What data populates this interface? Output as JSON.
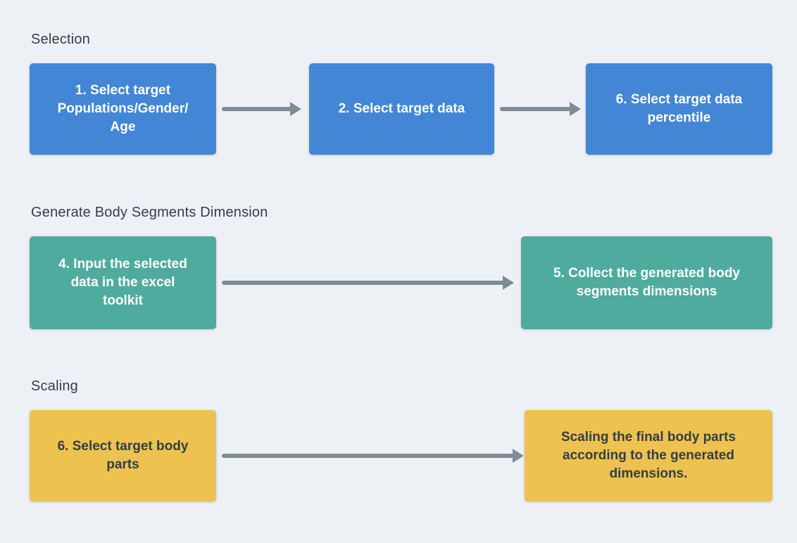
{
  "colors": {
    "background": "#edf1f5",
    "selection_node": "#4386d5",
    "generate_node": "#4fab9e",
    "scaling_node": "#edc24f",
    "arrow": "#7f8b95",
    "heading_text": "#333e48",
    "node_text_light": "#ffffff",
    "node_text_dark": "#333e48"
  },
  "sections": [
    {
      "title": "Selection",
      "boxes": [
        {
          "label": "1. Select target\nPopulations/Gender/\nAge"
        },
        {
          "label": "2. Select target data"
        },
        {
          "label": "6. Select target data\npercentile"
        }
      ]
    },
    {
      "title": "Generate Body Segments Dimension",
      "boxes": [
        {
          "label": "4. Input the selected\ndata in the excel\ntoolkit"
        },
        {
          "label": "5. Collect the generated body\nsegments dimensions"
        }
      ]
    },
    {
      "title": "Scaling",
      "boxes": [
        {
          "label": "6. Select target body\nparts"
        },
        {
          "label": "Scaling the final body parts\naccording to the generated\ndimensions."
        }
      ]
    }
  ]
}
